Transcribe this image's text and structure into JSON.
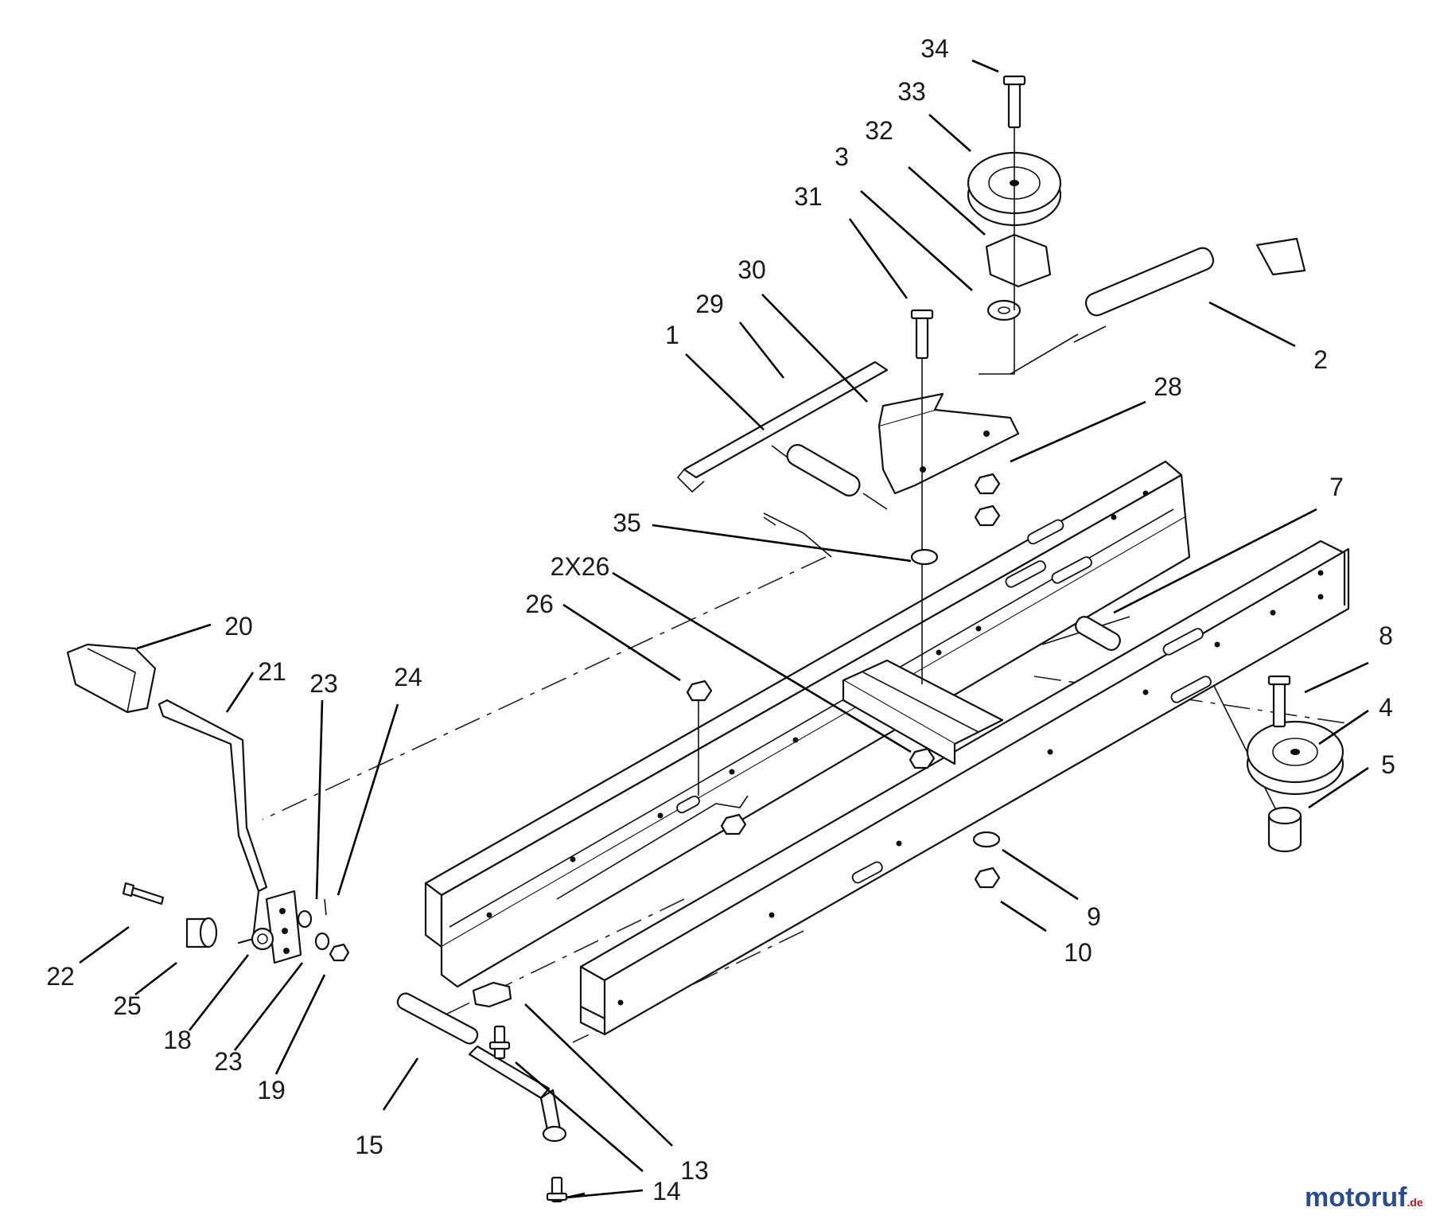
{
  "callouts": {
    "c1": "1",
    "c2": "2",
    "c3": "3",
    "c4": "4",
    "c5": "5",
    "c7": "7",
    "c8": "8",
    "c9": "9",
    "c10": "10",
    "c13": "13",
    "c14": "14",
    "c15": "15",
    "c18": "18",
    "c19": "19",
    "c20": "20",
    "c21": "21",
    "c22": "22",
    "c23a": "23",
    "c23b": "23",
    "c24": "24",
    "c25": "25",
    "c26": "26",
    "c2x26": "2X26",
    "c28": "28",
    "c29": "29",
    "c30": "30",
    "c31": "31",
    "c32": "32",
    "c33": "33",
    "c34": "34",
    "c35": "35"
  },
  "watermark": {
    "brand": "motoruf",
    "suffix": ".de"
  },
  "colors": {
    "ink": "#111111",
    "brand_blue": "#2a4c8c",
    "brand_red": "#b0191e"
  }
}
